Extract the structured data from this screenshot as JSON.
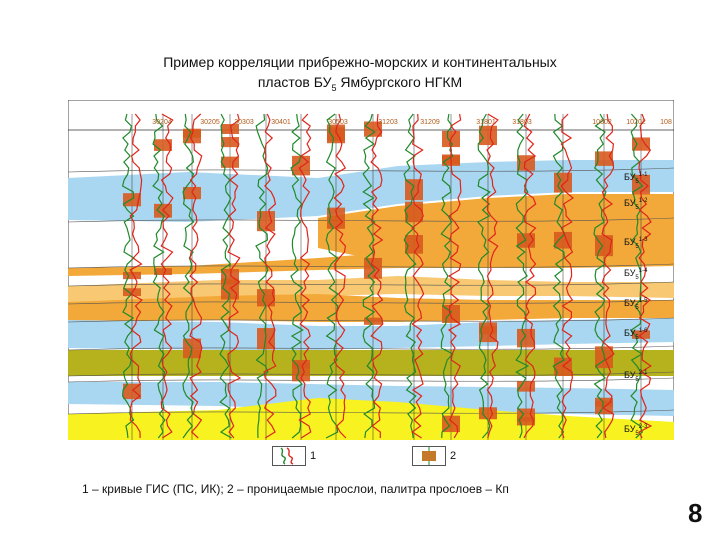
{
  "title": {
    "line1": "Пример корреляции прибрежно-морских и континентальных",
    "line2_prefix": "пластов БУ",
    "line2_sub": "5",
    "line2_suffix": " Ямбургского НГКМ"
  },
  "wells": [
    "30204",
    "30205",
    "30303",
    "30401",
    "30503",
    "31203",
    "31209",
    "31801",
    "31803",
    "10602",
    "10202",
    "108"
  ],
  "layers": [
    {
      "base": "БУ",
      "sub": "5",
      "sup": "1-1"
    },
    {
      "base": "БУ",
      "sub": "5",
      "sup": "1-2"
    },
    {
      "base": "БУ",
      "sub": "5",
      "sup": "1-3"
    },
    {
      "base": "БУ",
      "sub": "5",
      "sup": "1-4"
    },
    {
      "base": "БУ",
      "sub": "5",
      "sup": "1-5"
    },
    {
      "base": "БУ",
      "sub": "5",
      "sup": "1-6"
    },
    {
      "base": "БУ",
      "sub": "5",
      "sup": "2-1"
    },
    {
      "base": "БУ",
      "sub": "5",
      "sup": "2-3"
    }
  ],
  "legend": [
    {
      "number": "1",
      "icon": "log-curves-icon"
    },
    {
      "number": "2",
      "icon": "permeable-interlayer-icon"
    }
  ],
  "caption": "1 – кривые ГИС (ПС, ИК); 2 – проницаемые прослои, палитра прослоев – Кп",
  "page_number": "8",
  "colors": {
    "blue_layer": "#a9d6f0",
    "orange_layer": "#f2a93a",
    "light_orange_layer": "#f8c872",
    "olive_layer": "#b5b21e",
    "yellow_layer": "#f7f220",
    "log_red": "#e0241b",
    "log_green": "#1f8a2a",
    "permeable": "#d75a1e"
  }
}
